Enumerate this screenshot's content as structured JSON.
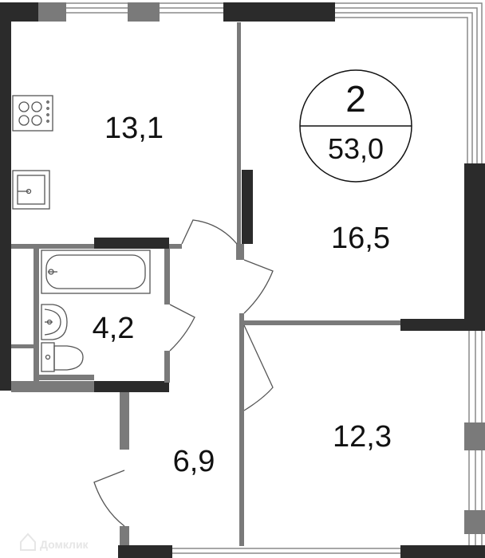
{
  "colors": {
    "wall_dark": "#2b2b2b",
    "wall_gray": "#7a7a7a",
    "line": "#555555",
    "background": "#ffffff",
    "text": "#111111",
    "watermark": "#e6e6e6"
  },
  "badge": {
    "rooms": "2",
    "total_area": "53,0"
  },
  "rooms": {
    "kitchen": {
      "area": "13,1"
    },
    "bedroom_large": {
      "area": "16,5"
    },
    "bathroom": {
      "area": "4,2"
    },
    "hall": {
      "area": "6,9"
    },
    "bedroom_small": {
      "area": "12,3"
    }
  },
  "watermark": {
    "text": "Домклик",
    "icon": "house-logo-icon"
  }
}
